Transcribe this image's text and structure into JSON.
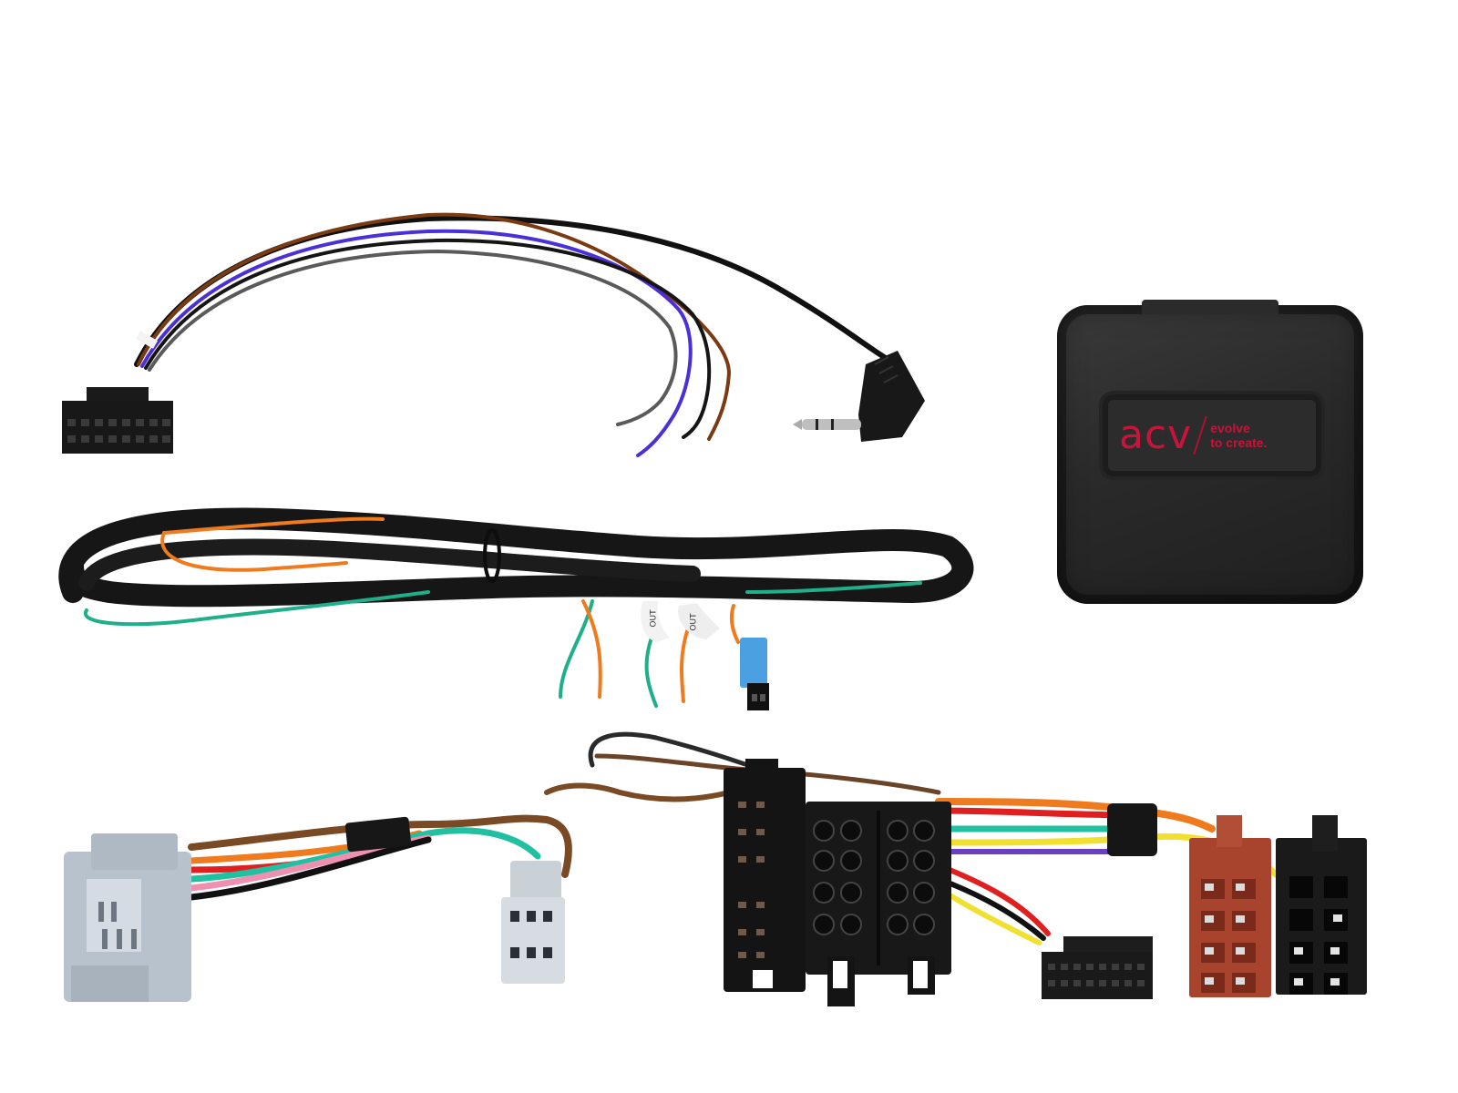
{
  "scene": {
    "description": "Product photo of ACV steering wheel control interface kit on white background",
    "background_color": "#ffffff"
  },
  "interface_module": {
    "brand": "acv",
    "tagline_line1": "evolve",
    "tagline_line2": "to create.",
    "body_color": "#2a2a2a",
    "logo_color": "#c8143a"
  },
  "patch_lead": {
    "wire_colors": [
      "#7a3a12",
      "#111111",
      "#4b2fd8",
      "#5a5a5a"
    ],
    "connector": "16-pin black radio connector",
    "plug": "3.5mm right-angle jack"
  },
  "antenna_lead": {
    "sleeve_color": "#151515",
    "wire_colors": [
      "#f07a1e",
      "#1faf8a"
    ],
    "tag_labels": [
      "OUT",
      "OUT"
    ],
    "connector_color": "#4aa0e0"
  },
  "vehicle_harness": {
    "connectors": [
      {
        "name": "grey-vehicle-plug-large",
        "color": "#b8c2cc"
      },
      {
        "name": "grey-vehicle-plug-small",
        "color": "#c9d0d6"
      },
      {
        "name": "black-quadlock",
        "color": "#151515"
      },
      {
        "name": "black-16pin-radio",
        "color": "#1a1a1a"
      },
      {
        "name": "iso-brown-speaker",
        "color": "#a8432e"
      },
      {
        "name": "iso-black-power",
        "color": "#1a1a1a"
      }
    ],
    "wire_colors": [
      "#7a4a24",
      "#f07a1e",
      "#e02020",
      "#20c0a0",
      "#f090b0",
      "#111111",
      "#f0e030",
      "#ffffff",
      "#6a40c0"
    ]
  }
}
